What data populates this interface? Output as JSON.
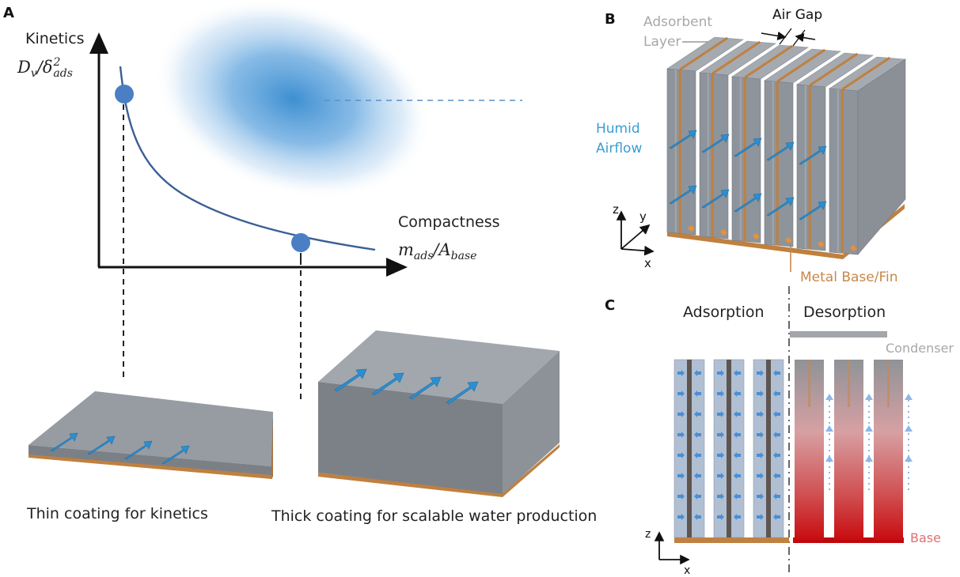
{
  "panels": {
    "a": {
      "letter": "A",
      "y_axis_title": "Kinetics",
      "y_axis_formula": {
        "base": "D",
        "sub_v": "v",
        "slash": "/",
        "delta": "δ",
        "sup": "2",
        "sub": "ads"
      },
      "x_axis_title": "Compactness",
      "x_axis_formula": {
        "m": "m",
        "m_sub": "ads",
        "slash": "/",
        "a": "A",
        "a_sub": "base"
      },
      "caption_thin": "Thin coating for kinetics",
      "caption_thick": "Thick coating for scalable water production"
    },
    "b": {
      "letter": "B",
      "label_adsorbent_line1": "Adsorbent",
      "label_adsorbent_line2": "Layer",
      "label_air_gap": "Air Gap",
      "label_humid_line1": "Humid",
      "label_humid_line2": "Airflow",
      "label_metal": "Metal Base/Fin",
      "axes": {
        "z": "z",
        "y": "y",
        "x": "x"
      }
    },
    "c": {
      "letter": "C",
      "label_adsorption": "Adsorption",
      "label_desorption": "Desorption",
      "label_condenser": "Condenser",
      "label_base": "Base",
      "axes": {
        "z": "z",
        "x": "x"
      }
    }
  },
  "colors": {
    "adsorbent_gray": "#8e949b",
    "metal_orange": "#c0803f",
    "airflow_blue": "#2b8fd1",
    "curve_blue": "#3b5f95",
    "dot_blue": "#4a7fc4",
    "label_blue": "#3a9ed1",
    "label_gray": "#a8a8a8",
    "label_orange": "#c8874a",
    "base_red": "#d02020",
    "base_label_red": "#e07070"
  }
}
